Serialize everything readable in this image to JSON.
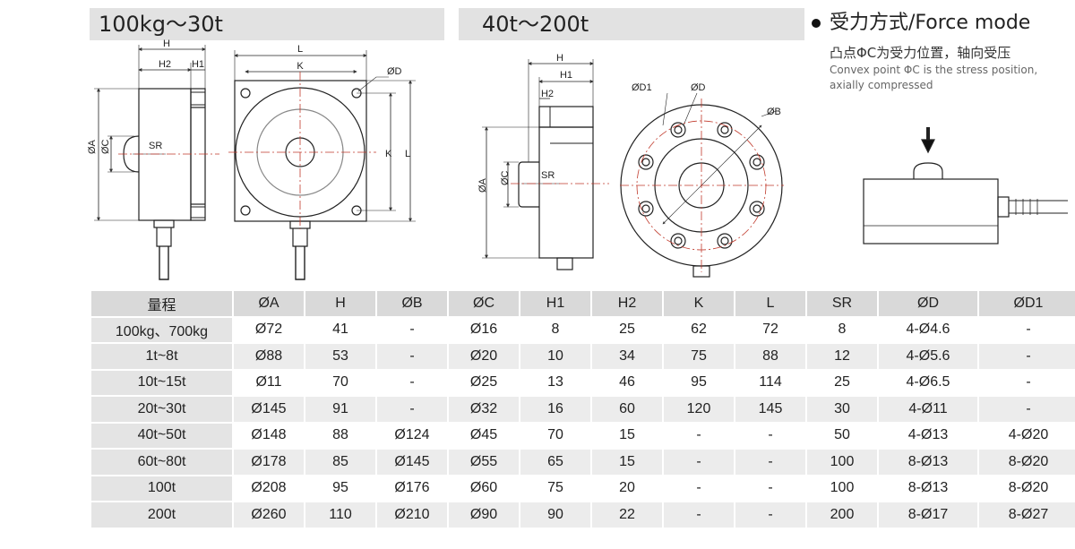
{
  "sections": {
    "left_title": "100kg～30t",
    "right_title": "40t～200t"
  },
  "force_mode": {
    "title": "受力方式/Force mode",
    "cn": "凸点ΦC为受力位置，轴向受压",
    "en_line1": "Convex point ΦC is the stress position,",
    "en_line2": "axially compressed"
  },
  "drawing_labels": {
    "H": "H",
    "H1": "H1",
    "H2": "H2",
    "L": "L",
    "K": "K",
    "phiA": "ØA",
    "phiB": "ØB",
    "phiC": "ØC",
    "phiD": "ØD",
    "phiD1": "ØD1",
    "SR": "SR"
  },
  "table": {
    "headers": [
      "量程",
      "ØA",
      "H",
      "ØB",
      "ØC",
      "H1",
      "H2",
      "K",
      "L",
      "SR",
      "ØD",
      "ØD1"
    ],
    "rows": [
      [
        "100kg、700kg",
        "Ø72",
        "41",
        "-",
        "Ø16",
        "8",
        "25",
        "62",
        "72",
        "8",
        "4-Ø4.6",
        "-"
      ],
      [
        "1t~8t",
        "Ø88",
        "53",
        "-",
        "Ø20",
        "10",
        "34",
        "75",
        "88",
        "12",
        "4-Ø5.6",
        "-"
      ],
      [
        "10t~15t",
        "Ø11",
        "70",
        "-",
        "Ø25",
        "13",
        "46",
        "95",
        "114",
        "25",
        "4-Ø6.5",
        "-"
      ],
      [
        "20t~30t",
        "Ø145",
        "91",
        "-",
        "Ø32",
        "16",
        "60",
        "120",
        "145",
        "30",
        "4-Ø11",
        "-"
      ],
      [
        "40t~50t",
        "Ø148",
        "88",
        "Ø124",
        "Ø45",
        "70",
        "15",
        "-",
        "-",
        "50",
        "4-Ø13",
        "4-Ø20"
      ],
      [
        "60t~80t",
        "Ø178",
        "85",
        "Ø145",
        "Ø55",
        "65",
        "15",
        "-",
        "-",
        "100",
        "8-Ø13",
        "8-Ø20"
      ],
      [
        "100t",
        "Ø208",
        "95",
        "Ø176",
        "Ø60",
        "75",
        "20",
        "-",
        "-",
        "100",
        "8-Ø13",
        "8-Ø20"
      ],
      [
        "200t",
        "Ø260",
        "110",
        "Ø210",
        "Ø90",
        "90",
        "22",
        "-",
        "-",
        "200",
        "8-Ø17",
        "8-Ø27"
      ]
    ]
  }
}
